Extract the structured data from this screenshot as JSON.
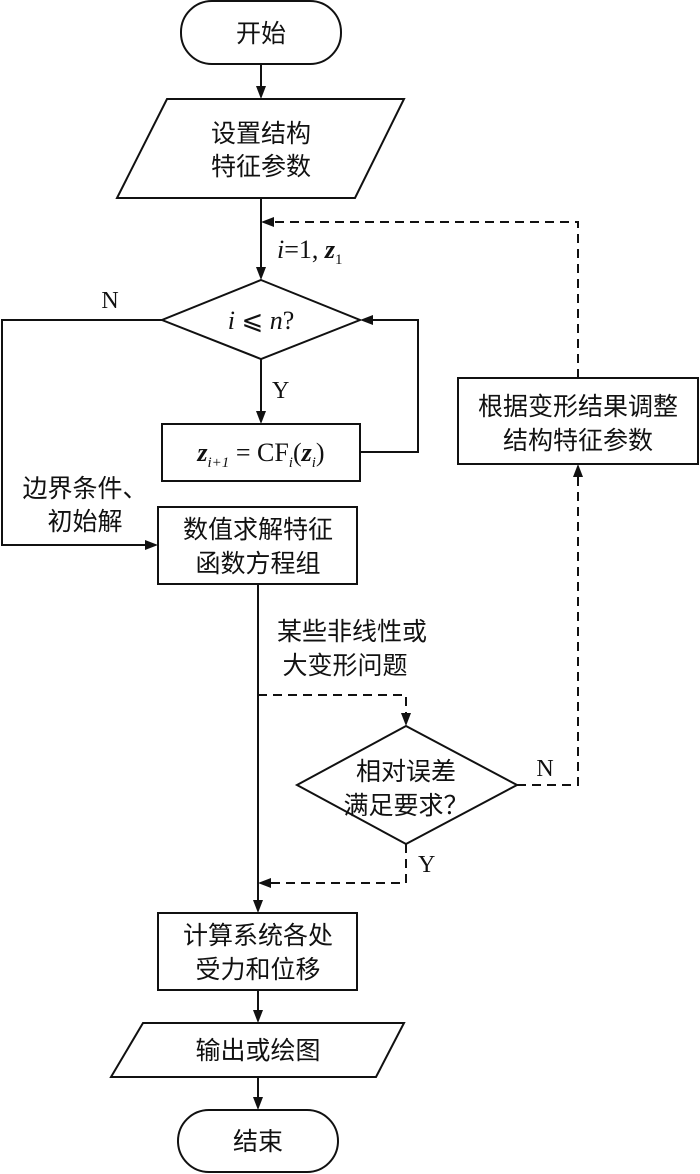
{
  "diagram": {
    "type": "flowchart",
    "nodes": {
      "start": {
        "kind": "terminal",
        "lines": [
          "开始"
        ]
      },
      "set_params": {
        "kind": "io",
        "lines": [
          "设置结构",
          "特征参数"
        ]
      },
      "init": {
        "kind": "label",
        "text_i": "i",
        "text_eq": "=1, ",
        "text_z": "z",
        "text_sub": "1"
      },
      "cond_i": {
        "kind": "decision",
        "i": "i",
        "op": " ⩽ ",
        "n": "n",
        "q": "?"
      },
      "update_z": {
        "kind": "process",
        "z": "z",
        "sub_left": "i+1",
        "eq": " = CF",
        "sub_cf": "i",
        "open": "(",
        "z2": "z",
        "sub_right": "i",
        "close": ")"
      },
      "solve": {
        "kind": "process",
        "lines": [
          "数值求解特征",
          "函数方程组"
        ]
      },
      "adjust": {
        "kind": "process",
        "lines": [
          "根据变形结果调整",
          "结构特征参数"
        ]
      },
      "error_check": {
        "kind": "decision",
        "lines": [
          "相对误差",
          "满足要求？"
        ]
      },
      "compute": {
        "kind": "process",
        "lines": [
          "计算系统各处",
          "受力和位移"
        ]
      },
      "output": {
        "kind": "io",
        "lines": [
          "输出或绘图"
        ]
      },
      "end": {
        "kind": "terminal",
        "lines": [
          "结束"
        ]
      }
    },
    "edge_labels": {
      "cond_no": "N",
      "cond_yes": "Y",
      "boundary_line1": "边界条件、",
      "boundary_line2": "初始解",
      "nonlinear_line1": "某些非线性或",
      "nonlinear_line2": "大变形问题",
      "error_no": "N",
      "error_yes": "Y"
    }
  }
}
